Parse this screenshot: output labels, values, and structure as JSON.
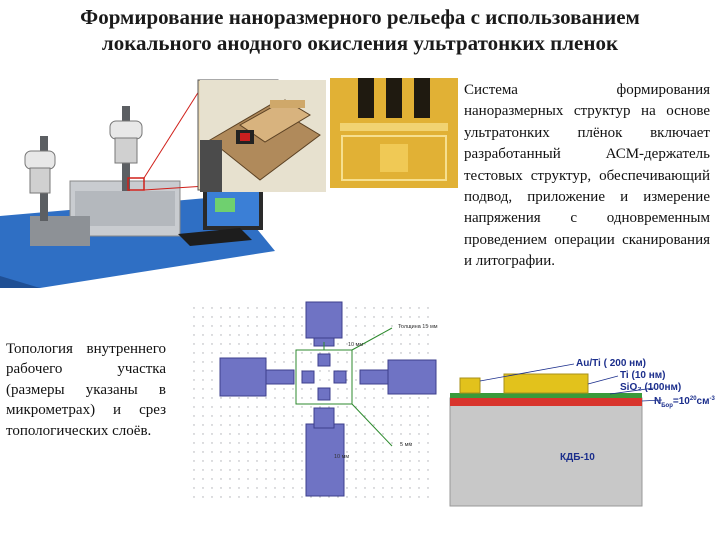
{
  "slide": {
    "title_line1": "Формирование наноразмерного рельефа с использованием",
    "title_line2": "локального анодного окисления ультратонких пленок"
  },
  "right_text": "Система формирования наноразмерных структур на основе ультратонких плёнок включает разработанный АСМ-держатель тестовых структур, обеспечивающий подвод, приложение и измерение напряжения с одновременным проведением операции сканирования и литографии.",
  "left_text": "Топология внутреннего рабочего участка (размеры указаны в микрометрах) и срез топологических слоёв.",
  "topology_labels": {
    "label_a": "Толщина 15 мм",
    "label_b": "10 мм",
    "label_c": "5 мм",
    "label_d": "10 мм"
  },
  "layers": {
    "au_ti": "Au/Ti ( 200 нм)",
    "ti": "Ti (10 нм)",
    "sio2": "SiO₂ (100нм)",
    "doping": "N",
    "doping_sub": "Бор",
    "doping_value": "=10",
    "doping_exp": "20",
    "doping_unit": "см",
    "doping_unit_exp": "-3",
    "substrate": "КДБ-10"
  },
  "colors": {
    "pad_blue": "#6f73c4",
    "gold": "#d9b43a",
    "sio2_green": "#3a9a3a",
    "doped_red": "#d8342c",
    "substrate_gray": "#c8c8c8",
    "label_blue": "#1b2e8c"
  }
}
